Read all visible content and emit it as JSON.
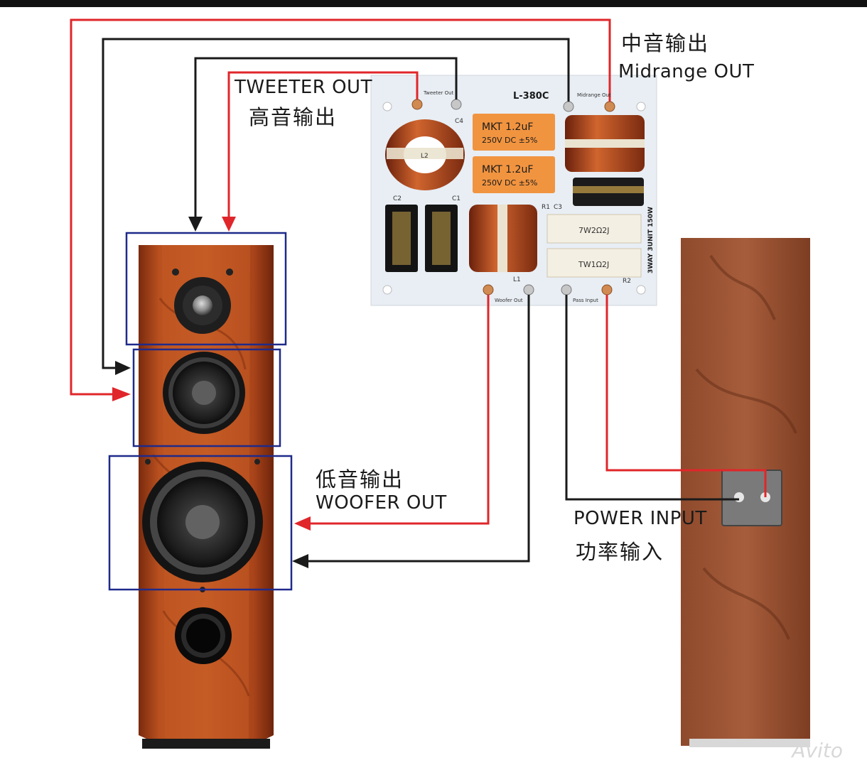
{
  "labels": {
    "tweeter_en": "TWEETER OUT",
    "tweeter_zh": "高音输出",
    "midrange_zh": "中音输出",
    "midrange_en": "Midrange OUT",
    "woofer_zh": "低音输出",
    "woofer_en": "WOOFER OUT",
    "power_en": "POWER INPUT",
    "power_zh": "功率输入"
  },
  "board": {
    "model": "L-380C",
    "capacitor_1": "MKT 1.2uF",
    "capacitor_1_rating": "250V DC ±5%",
    "capacitor_2": "MKT 1.2uF",
    "capacitor_2_rating": "250V DC ±5%",
    "resistor_1": "7W2Ω2J",
    "resistor_2": "TW1Ω2J",
    "side_text": "3WAY 3UNIT 150W",
    "term_tweeter": "Tweeter Out",
    "term_midrange": "Midrange Out",
    "term_woofer": "Woofer Out",
    "term_input": "Pass Input",
    "ref_c4": "C4",
    "ref_c2": "C2",
    "ref_c1": "C1",
    "ref_c3": "C3",
    "ref_l2": "L2",
    "ref_l1": "L1",
    "ref_r1": "R1",
    "ref_r2": "R2"
  },
  "watermark": "Avito",
  "colors": {
    "wire_red": "#e0262a",
    "wire_black": "#1a1a1a",
    "box_blue": "#1f2a8a",
    "wood": "#b4451d",
    "pcb": "#e8eef4"
  }
}
